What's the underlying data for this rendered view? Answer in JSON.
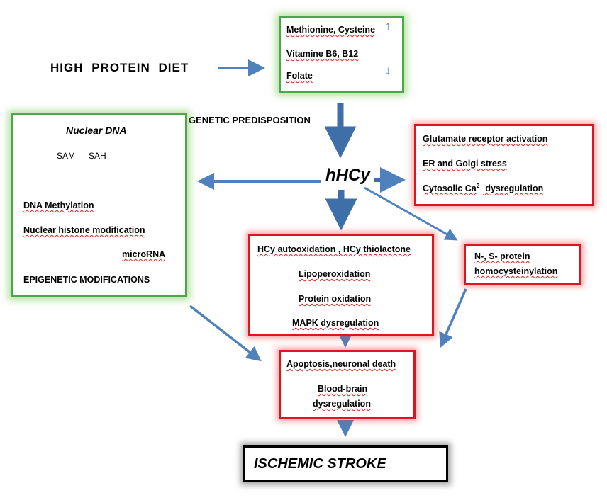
{
  "diet_label": "HIGH  PROTEIN  DIET",
  "nutrients": {
    "line1": "Methionine, Cysteine",
    "line2": "Vitamine B6,  B12",
    "line3": "Folate",
    "up_arrow": "↑",
    "down_arrow": "↓"
  },
  "genetic_label": "GENETIC PREDISPOSITION",
  "center_label": "hHCy",
  "nuclear": {
    "title": "Nuclear DNA",
    "sam": "SAM",
    "sah": "SAH",
    "item1": "DNA Methylation",
    "item2": "Nuclear histone modification",
    "item3": "microRNA",
    "item4": "EPIGENETIC MODIFICATIONS"
  },
  "stress": {
    "item1": "Glutamate receptor activation",
    "item2": "ER and Golgi stress",
    "item3_prefix": "Cytosolic  Ca",
    "item3_sup": "2+",
    "item3_suffix": " dysregulation"
  },
  "oxidation": {
    "item1": "HCy autooxidation , HCy thiolactone",
    "item2": "Lipoperoxidation",
    "item3": "Protein oxidation",
    "item4": "MAPK dysregulation"
  },
  "protein": {
    "line1": "N-, S- protein",
    "line2": "homocysteinylation"
  },
  "apoptosis": {
    "item1": "Apoptosis,neuronal death",
    "item2": "Blood-brain",
    "item3": "dysregulation"
  },
  "outcome_label": "ISCHEMIC STROKE",
  "colors": {
    "arrow": "#4f81bd",
    "green_border": "#4aa84a",
    "red_border": "#e0141e",
    "outcome_border": "#000000"
  }
}
